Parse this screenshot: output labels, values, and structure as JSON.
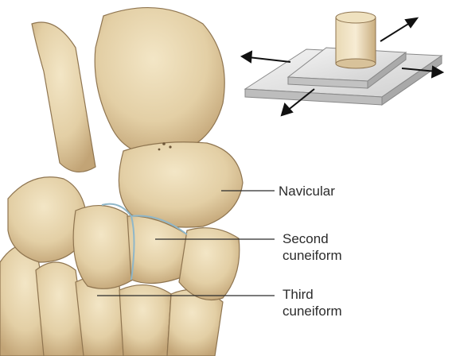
{
  "labels": {
    "navicular": "Navicular",
    "second_line1": "Second",
    "second_line2": "cuneiform",
    "third_line1": "Third",
    "third_line2": "cuneiform"
  },
  "colors": {
    "bone": "#e3cfa5",
    "bone_shadow": "#b99a6a",
    "bone_outline": "#8f7550",
    "joint_highlight": "#8fb7c9",
    "leader_line": "#2b2b2b",
    "plate": "#d9d9d9"
  },
  "icons": {
    "shear_diagram": "plate-with-cylinder-and-arrows"
  }
}
